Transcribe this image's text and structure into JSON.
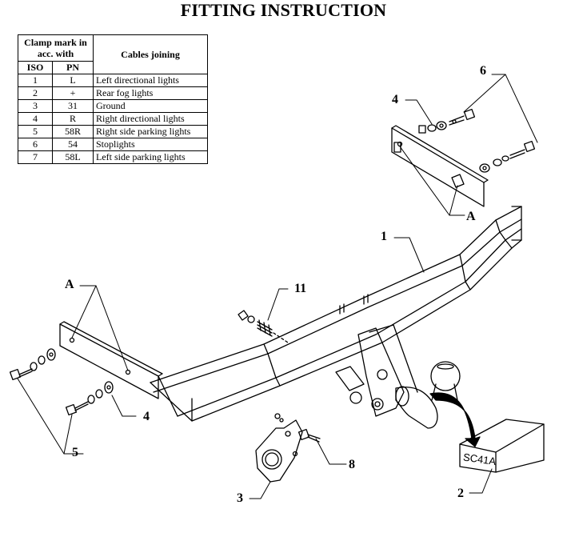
{
  "title": "FITTING INSTRUCTION",
  "table": {
    "header_clamp": "Clamp mark in acc. with",
    "header_cables": "Cables joining",
    "col_iso": "ISO",
    "col_pn": "PN",
    "rows": [
      {
        "iso": "1",
        "pn": "L",
        "desc": "Left directional lights"
      },
      {
        "iso": "2",
        "pn": "+",
        "desc": "Rear fog lights"
      },
      {
        "iso": "3",
        "pn": "31",
        "desc": "Ground"
      },
      {
        "iso": "4",
        "pn": "R",
        "desc": "Right directional lights"
      },
      {
        "iso": "5",
        "pn": "58R",
        "desc": "Right side parking lights"
      },
      {
        "iso": "6",
        "pn": "54",
        "desc": "Stoplights"
      },
      {
        "iso": "7",
        "pn": "58L",
        "desc": "Left side parking lights"
      }
    ]
  },
  "labels": {
    "part1": "1",
    "part2": "2",
    "part3": "3",
    "part4_top": "4",
    "part4_bottom": "4",
    "part5": "5",
    "part6": "6",
    "part8": "8",
    "part11": "11",
    "mark_a_right": "A",
    "mark_a_left": "A",
    "package_code": "SC41A"
  }
}
